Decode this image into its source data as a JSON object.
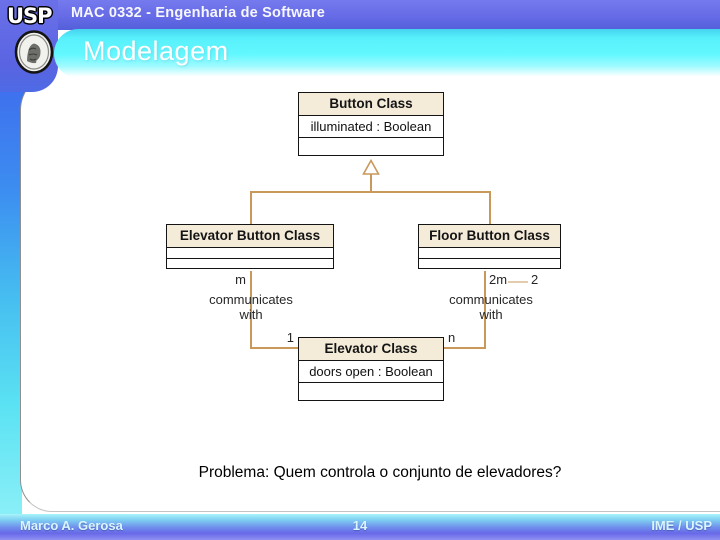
{
  "logo": {
    "wordmark": "USP",
    "medallion_icon": "usp-seal-icon"
  },
  "header": {
    "course_code": "MAC 0332 - Engenharia de Software",
    "slide_title": "Modelagem"
  },
  "diagram": {
    "button_class": {
      "name": "Button Class",
      "attribute": "illuminated : Boolean"
    },
    "elevator_button_class": {
      "name": "Elevator Button Class"
    },
    "floor_button_class": {
      "name": "Floor Button Class"
    },
    "elevator_class": {
      "name": "Elevator Class",
      "attribute": "doors open : Boolean"
    },
    "left_association": {
      "multiplicity_top": "m",
      "label": "communicates\nwith",
      "multiplicity_bottom": "1"
    },
    "right_association": {
      "multiplicity_top_crossed": "2m",
      "multiplicity_top": "2",
      "label": "communicates\nwith",
      "multiplicity_bottom": "n"
    }
  },
  "problem_statement": "Problema: Quem controla o conjunto de elevadores?",
  "footer": {
    "author": "Marco A. Gerosa",
    "page_number": "14",
    "institution": "IME / USP"
  },
  "colors": {
    "top_band": "#6468e4",
    "title_band": "#5df3fd",
    "left_strip_top": "#3f6eee",
    "left_strip_bottom": "#62ecf2",
    "footer_band": "#6b6bea",
    "connector_line": "#c9995c",
    "class_title_background": "#f4ebd9",
    "class_border": "#141414"
  }
}
